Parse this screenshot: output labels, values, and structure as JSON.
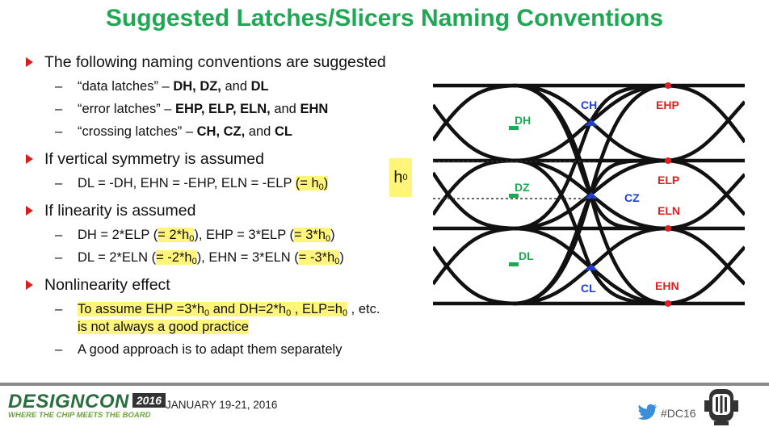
{
  "slide": {
    "title": "Suggested Latches/Slicers Naming Conventions",
    "b1": "The following naming conventions are suggested",
    "s1_pre": "“data latches” – ",
    "s1_bold1": "DH, DZ,",
    "s1_and": " and ",
    "s1_bold2": "DL",
    "s2_pre": "“error latches” – ",
    "s2_bold1": "EHP, ELP, ELN,",
    "s2_and": " and ",
    "s2_bold2": "EHN",
    "s3_pre": "“crossing latches” – ",
    "s3_bold1": "CH, CZ,",
    "s3_and": " and ",
    "s3_bold2": "CL",
    "b2": "If vertical symmetry is assumed",
    "s4_text": "DL = -DH, EHN = -EHP, ELN = -ELP ",
    "s4_hl": "(= h",
    "s4_sub": "0",
    "s4_close": ")",
    "b3": "If linearity is assumed",
    "s5_a": "DH = 2*ELP (",
    "s5_hl1": "= 2*h",
    "s5_sub1": "0",
    "s5_b": "), EHP = 3*ELP (",
    "s5_hl2": "= 3*h",
    "s5_sub2": "0",
    "s5_c": ")",
    "s6_a": "DL = 2*ELN (",
    "s6_hl1": "= -2*h",
    "s6_sub1": "0",
    "s6_b": "), EHN = 3*ELN (",
    "s6_hl2": "= -3*h",
    "s6_sub2": "0",
    "s6_c": ")",
    "b4": "Nonlinearity effect",
    "s7_hl1": "To assume EHP =3*h",
    "s7_sub1": "0",
    "s7_hl2": " and DH=2*h",
    "s7_sub2": "0",
    "s7_hl3": " , ELP=h",
    "s7_sub3": "0",
    "s7_tail": " , etc.",
    "s7_line2": "is not always a good practice",
    "s8": "A good approach is to adapt them separately"
  },
  "diagram": {
    "h0_label": "h",
    "h0_sub": "0",
    "labels": {
      "DH": "DH",
      "DZ": "DZ",
      "DL": "DL",
      "CH": "CH",
      "CZ": "CZ",
      "CL": "CL",
      "EHP": "EHP",
      "ELP": "ELP",
      "ELN": "ELN",
      "EHN": "EHN"
    },
    "colors": {
      "data": "#1ea853",
      "crossing": "#1f3fd0",
      "error": "#e02020",
      "trace": "#111111"
    }
  },
  "footer": {
    "brand": "DESIGNCON",
    "year": "2016",
    "tagline": "WHERE THE CHIP MEETS THE BOARD",
    "date": "JANUARY 19-21, 2016",
    "hashtag": "#DC16"
  }
}
